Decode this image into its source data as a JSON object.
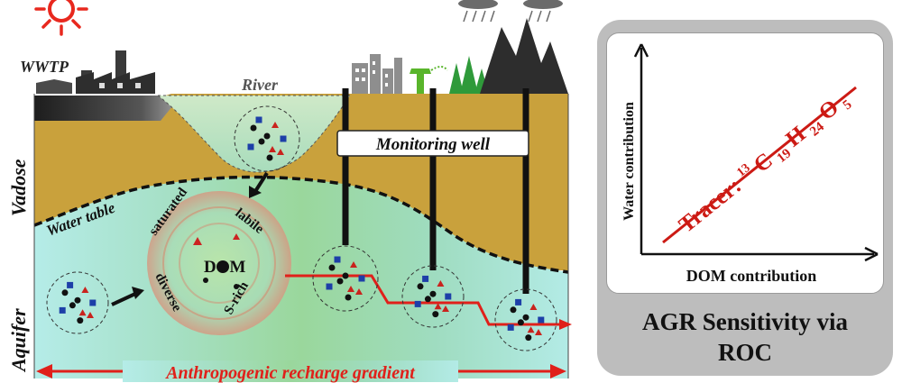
{
  "labels": {
    "wwtp": "WWTP",
    "river": "River",
    "vadose": "Vadose",
    "aquifer": "Aquifer",
    "water_table": "Water table",
    "monitoring_well": "Monitoring well",
    "recharge_gradient": "Anthropogenic recharge gradient",
    "dom_center": "DOM",
    "dom_saturated": "saturated",
    "dom_labile": "labile",
    "dom_diverse": "diverse",
    "dom_srich": "S-rich"
  },
  "roc_panel": {
    "y_axis_label": "Water contribution",
    "x_axis_label": "DOM contribution",
    "tracer_prefix": "Tracer: ",
    "tracer_isotope": "13",
    "tracer_formula": {
      "c": "C",
      "c_sub": "19",
      "h": "H",
      "h_sub": "24",
      "o": "O",
      "o_sub": "5"
    },
    "title_line1": "AGR Sensitivity via",
    "title_line2": "ROC"
  },
  "colors": {
    "sky": "#ffffff",
    "vadose_soil": "#c9a13c",
    "aquifer_water": "#aee6e4",
    "aquifer_green": "#9ed79a",
    "red_accent": "#e0201a",
    "panel_gray": "#bdbdbd",
    "sun": "#e8281e"
  },
  "icons": [
    "sun-icon",
    "rain-cloud-icon",
    "factory-icon",
    "city-icon",
    "sprinkler-icon",
    "tree-icon",
    "mountain-icon"
  ]
}
